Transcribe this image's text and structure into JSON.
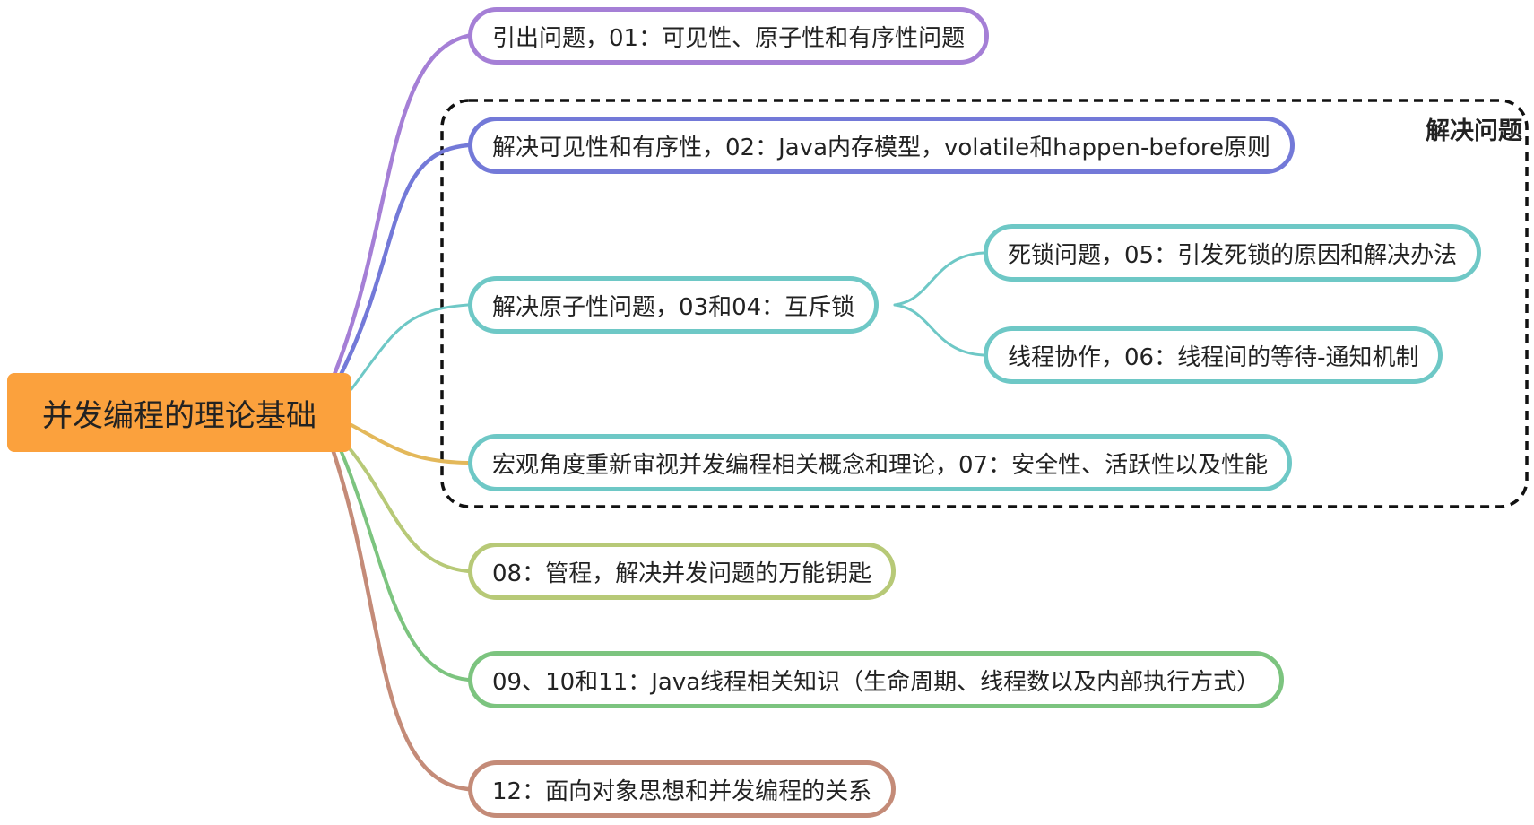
{
  "root": {
    "label": "并发编程的理论基础",
    "color": "#fba13d"
  },
  "group": {
    "label": "解决问题",
    "border_style": "dashed",
    "color": "#111111"
  },
  "branches": [
    {
      "id": "b1",
      "label": "引出问题，01：可见性、原子性和有序性问题",
      "color": "#a57fd6"
    },
    {
      "id": "b2",
      "label": "解决可见性和有序性，02：Java内存模型，volatile和happen-before原则",
      "color": "#7379d8"
    },
    {
      "id": "b3",
      "label": "解决原子性问题，03和04：互斥锁",
      "color": "#6ec8c6",
      "children": [
        {
          "id": "b3a",
          "label": "死锁问题，05：引发死锁的原因和解决办法",
          "color": "#6ec8c6"
        },
        {
          "id": "b3b",
          "label": "线程协作，06：线程间的等待-通知机制",
          "color": "#6ec8c6"
        }
      ]
    },
    {
      "id": "b4",
      "label": "宏观角度重新审视并发编程相关概念和理论，07：安全性、活跃性以及性能",
      "color": "#6ec8c6",
      "connector_color": "#e3b85a"
    },
    {
      "id": "b5",
      "label": "08：管程，解决并发问题的万能钥匙",
      "color": "#b7c977"
    },
    {
      "id": "b6",
      "label": "09、10和11：Java线程相关知识（生命周期、线程数以及内部执行方式）",
      "color": "#7cc47f"
    },
    {
      "id": "b7",
      "label": "12：面向对象思想和并发编程的关系",
      "color": "#c48b78"
    }
  ]
}
